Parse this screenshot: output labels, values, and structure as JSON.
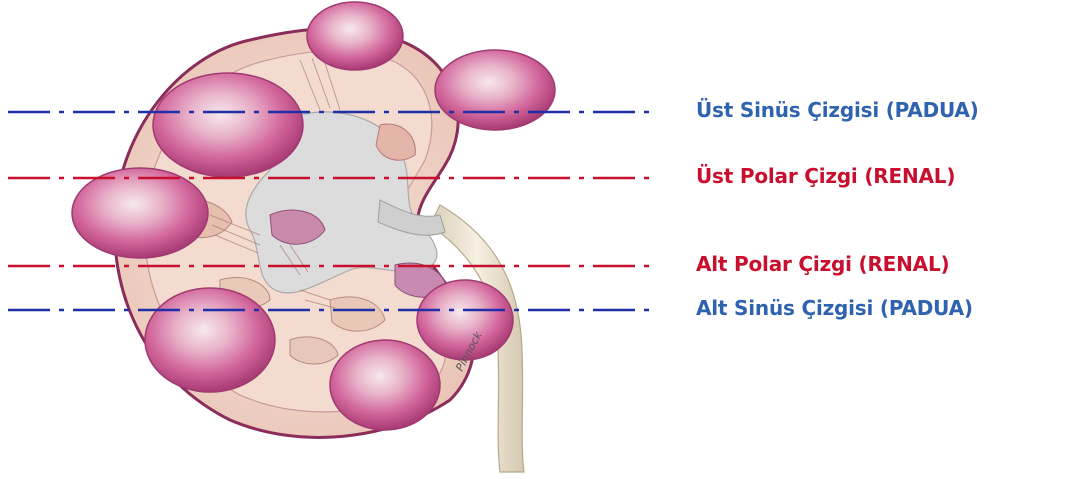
{
  "colors": {
    "padua_line": "#1f2fa8",
    "renal_line": "#c8102e",
    "padua_text": "#2f63b0",
    "renal_text": "#c8102e",
    "tumor_fill": "#cf5a92",
    "tumor_highlight": "#f6e4ea",
    "kidney_parenchyma": "#f2d9cc",
    "renal_sinus": "#dadada",
    "capsule_outline": "#8a2d5a",
    "ureter": "#efe7d6"
  },
  "lines": {
    "upper_sinus": {
      "label": "Üst Sinüs Çizgisi (PADUA)",
      "color": "padua"
    },
    "upper_polar": {
      "label": "Üst Polar Çizgi (RENAL)",
      "color": "renal"
    },
    "lower_polar": {
      "label": "Alt Polar Çizgi (RENAL)",
      "color": "renal"
    },
    "lower_sinus": {
      "label": "Alt Sinüs Çizgisi (PADUA)",
      "color": "padua"
    }
  },
  "illustration": {
    "subject": "kidney-with-tumors",
    "signature": "Pinnock(?)"
  }
}
